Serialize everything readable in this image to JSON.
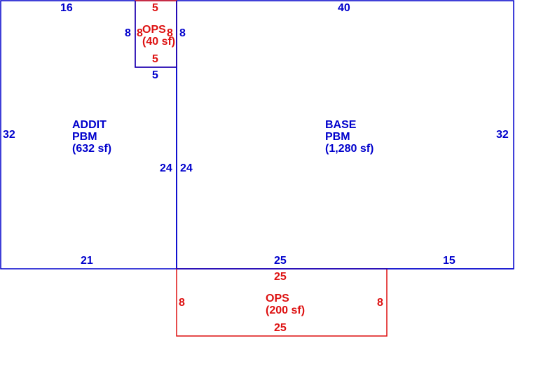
{
  "colors": {
    "main": "#0000cc",
    "porch": "#dd1111",
    "background": "#ffffff"
  },
  "areas": {
    "addit": {
      "name_line1": "ADDIT",
      "name_line2": "PBM",
      "area": "(632 sf)"
    },
    "base": {
      "name_line1": "BASE",
      "name_line2": "PBM",
      "area": "(1,280 sf)"
    },
    "ops_small": {
      "name": "OPS",
      "area": "(40 sf)"
    },
    "ops_large": {
      "name": "OPS",
      "area": "(200 sf)"
    }
  },
  "dimensions": {
    "addit_top": "16",
    "addit_left": "32",
    "addit_bottom": "21",
    "addit_right": "24",
    "ops_small_top": "5",
    "ops_small_bottom": "5",
    "ops_small_left_outer": "8",
    "ops_small_left_inner": "8",
    "ops_small_right_inner": "8",
    "ops_small_right_outer": "8",
    "ops_small_below": "5",
    "base_top": "40",
    "base_right": "32",
    "base_left": "24",
    "base_bottom_left": "25",
    "base_bottom_right": "15",
    "ops_large_top": "25",
    "ops_large_bottom": "25",
    "ops_large_left": "8",
    "ops_large_right": "8"
  }
}
